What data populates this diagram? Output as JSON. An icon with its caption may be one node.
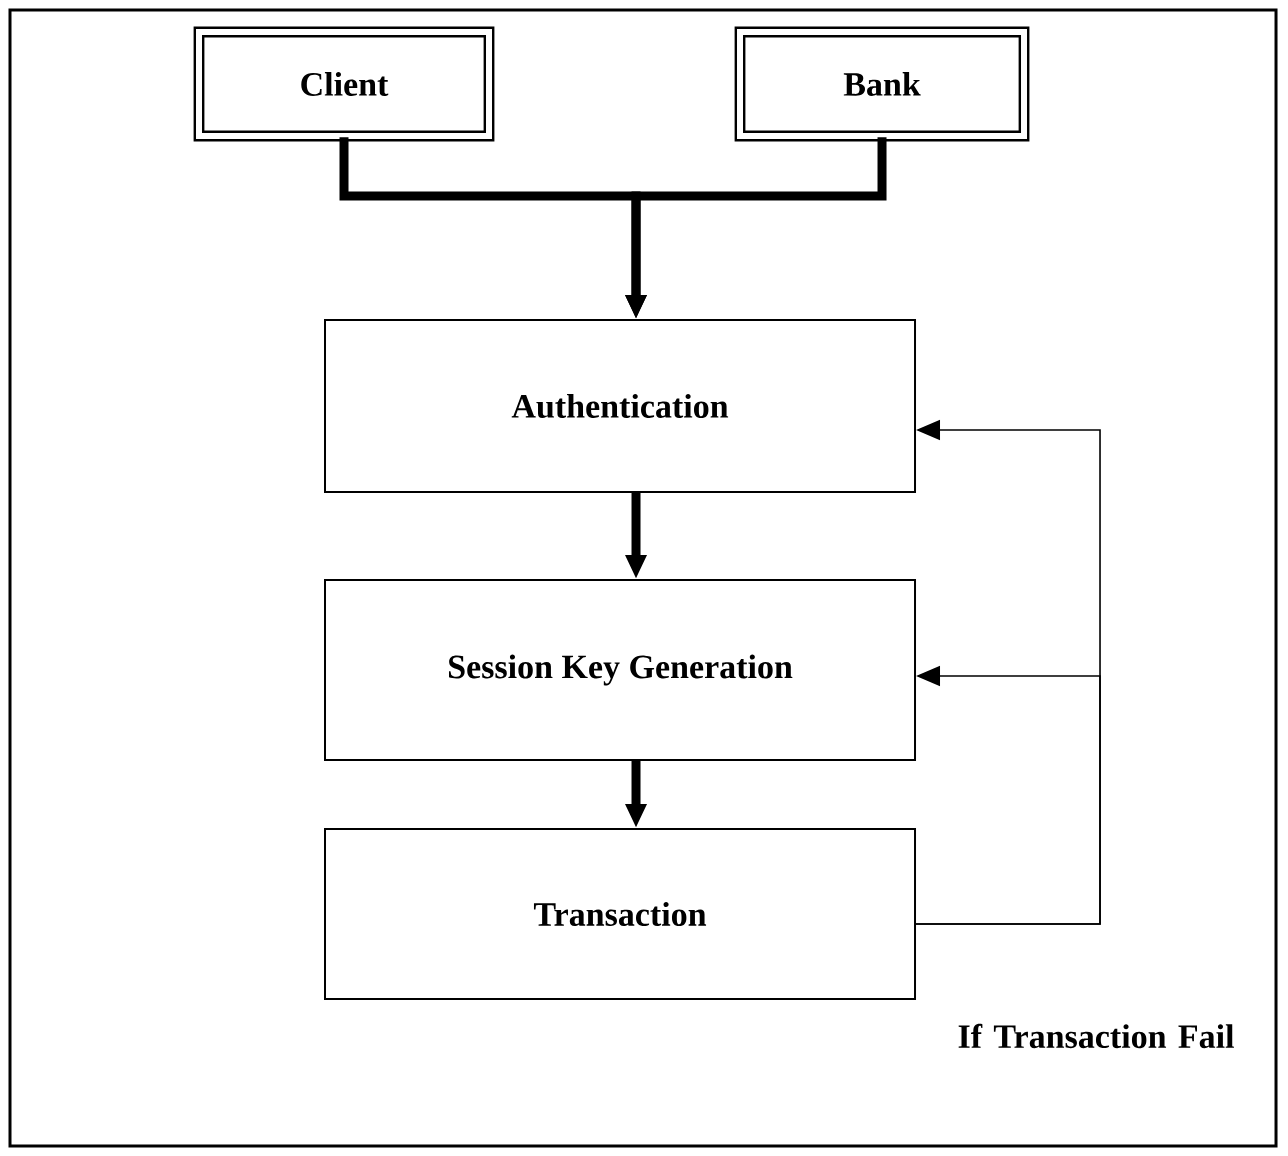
{
  "diagram": {
    "nodes": [
      {
        "text": [
          "Client"
        ]
      },
      {
        "text": [
          "Bank"
        ]
      },
      {
        "text": [
          "Authentication"
        ]
      },
      {
        "text": [
          "Session Key Generation"
        ]
      },
      {
        "text": [
          "Transaction"
        ],
        "beside": [
          "If Transaction Fail"
        ]
      }
    ],
    "edges": [
      {
        "from": 0,
        "to": 2,
        "arrow": "to"
      },
      {
        "from": 1,
        "to": 2,
        "arrow": "to"
      },
      {
        "from": 2,
        "to": 3,
        "arrow": "to"
      },
      {
        "from": 3,
        "to": 4,
        "arrow": "to"
      },
      {
        "from": 4,
        "to": 2,
        "arrow": "to"
      },
      {
        "from": 4,
        "to": 3,
        "arrow": "to"
      }
    ]
  }
}
